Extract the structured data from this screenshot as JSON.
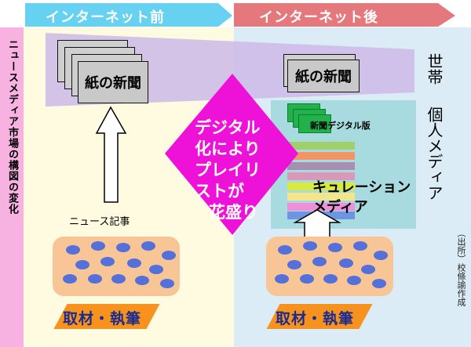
{
  "headers": {
    "before": "インターネット前",
    "after": "インターネット後"
  },
  "left_vertical_title": "ニュースメディア市場の構図の変化",
  "newspaper_label": "紙の新聞",
  "news_article_label": "ニュース記事",
  "reporting_label": "取材・執筆",
  "diamond_text": [
    "デジタル",
    "化により",
    "プレイリ",
    "ストが",
    "花盛り"
  ],
  "digital_edition_label": "新聞デジタル版",
  "curation_label_1": "キュレーション",
  "curation_label_2": "メディア",
  "side_labels": {
    "household": "世帯",
    "individual": "個人メディア"
  },
  "source_note": "（出所）校條諭作成",
  "colors": {
    "header_before": "#66d1f0",
    "header_after": "#e5787c",
    "left_bg": "#fffbe0",
    "right_bg": "#dcecf6",
    "left_strip": "#f7b2e2",
    "funnel": "#cdbce8",
    "diamond": "#ee11d8",
    "dots": "#5570d8",
    "pill": "#f8c596",
    "para": "#f7921e",
    "digital_green": "#22b24c",
    "curation_box": "#a7dbe0"
  }
}
